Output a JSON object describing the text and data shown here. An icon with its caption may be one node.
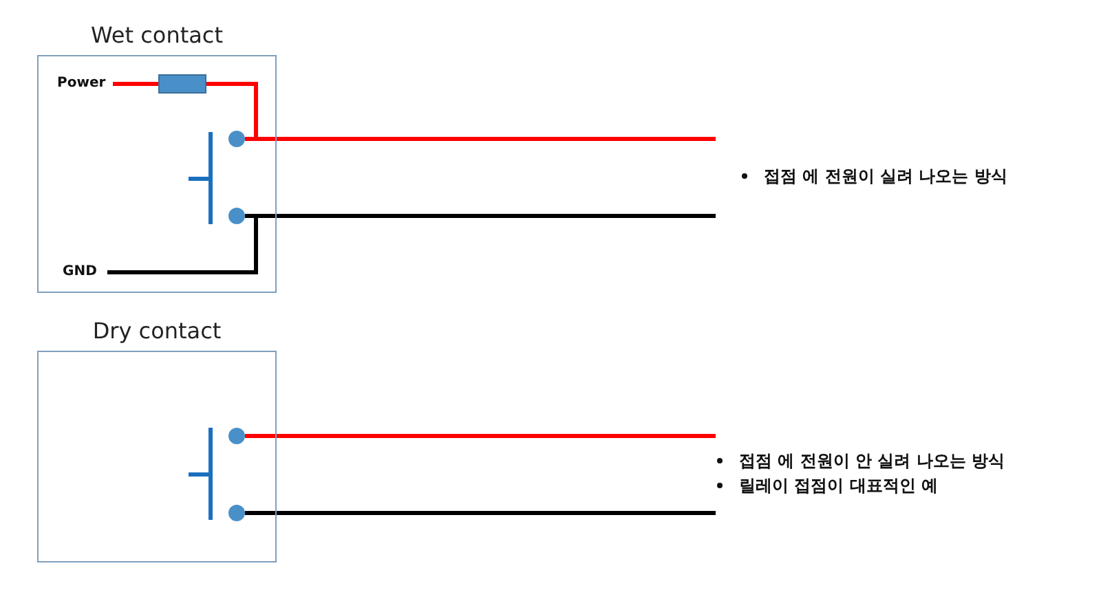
{
  "diagram": {
    "nodes": [
      {
        "text": [
          "Wet contact"
        ]
      },
      {
        "text": [
          "Power"
        ],
        "in": 0
      },
      {
        "text": [],
        "shape": "box",
        "in": 0
      },
      {
        "text": [],
        "shape": "circle",
        "in": 0
      },
      {
        "text": [],
        "shape": "circle",
        "in": 0
      },
      {
        "text": [
          "GND"
        ],
        "in": 0
      },
      {
        "text": [
          "Dry contact"
        ]
      },
      {
        "text": [],
        "shape": "circle",
        "in": 6
      },
      {
        "text": [],
        "shape": "circle",
        "in": 6
      }
    ],
    "edges": [
      {
        "from": 1,
        "to": 2,
        "arrow": "none"
      },
      {
        "from": 2,
        "to": 3,
        "arrow": "none"
      },
      {
        "from": 3,
        "to": null,
        "arrow": "none"
      },
      {
        "from": 4,
        "to": null,
        "arrow": "none",
        "color": "#000000"
      },
      {
        "from": 5,
        "to": 4,
        "arrow": "none",
        "color": "#000000"
      },
      {
        "from": 7,
        "to": null,
        "arrow": "none"
      },
      {
        "from": 8,
        "to": null,
        "arrow": "none",
        "color": "#000000"
      }
    ],
    "labels": [
      "접점 에 전원이 실려 나오는 방식",
      "접점 에 전원이 안 실려 나오는 방식",
      "릴레이 접점이 대표적인 예"
    ]
  }
}
